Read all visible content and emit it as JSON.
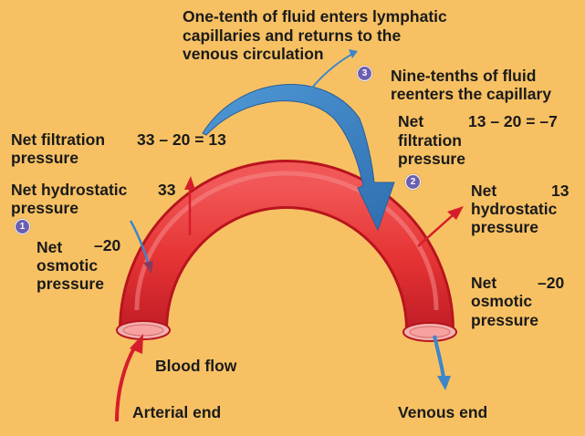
{
  "colors": {
    "background": "#f7c163",
    "vessel": "#e63434",
    "vessel_dark": "#b8141e",
    "vessel_lumen": "#f7a1a0",
    "arrow_blue": "#3d86c8",
    "arrow_red": "#d61e2a",
    "badge": "#6b5fb0"
  },
  "top": {
    "lymph_line1": "One-tenth of fluid enters lymphatic",
    "lymph_line2": "capillaries and returns to the",
    "lymph_line3": "venous circulation",
    "badge3": "3",
    "reenter_line1": "Nine-tenths of fluid",
    "reenter_line2": "reenters the capillary"
  },
  "arterial": {
    "nfp_line1": "Net filtration",
    "nfp_line2": "pressure",
    "nfp_value": "33 – 20 = 13",
    "hydro_line1": "Net hydrostatic",
    "hydro_line2": "pressure",
    "hydro_value": "33",
    "badge1": "1",
    "osmo_line1": "Net",
    "osmo_line2": "osmotic",
    "osmo_line3": "pressure",
    "osmo_value": "–20",
    "blood_flow": "Blood flow",
    "end_label": "Arterial end"
  },
  "venous": {
    "nfp_line1": "Net",
    "nfp_line2": "filtration",
    "nfp_line3": "pressure",
    "nfp_value": "13 – 20 = –7",
    "badge2": "2",
    "hydro_line1": "Net",
    "hydro_line2": "hydrostatic",
    "hydro_line3": "pressure",
    "hydro_value": "13",
    "osmo_line1": "Net",
    "osmo_line2": "osmotic",
    "osmo_line3": "pressure",
    "osmo_value": "–20",
    "end_label": "Venous end"
  }
}
